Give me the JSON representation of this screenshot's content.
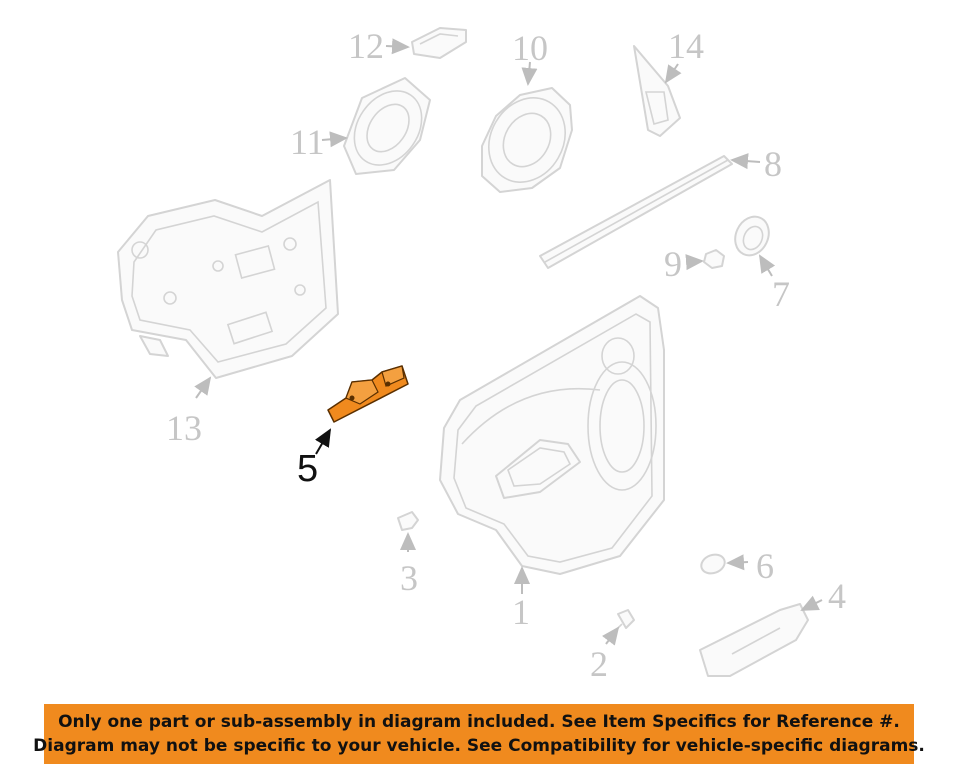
{
  "diagram": {
    "callouts": [
      {
        "id": "1",
        "label": "1"
      },
      {
        "id": "2",
        "label": "2"
      },
      {
        "id": "3",
        "label": "3"
      },
      {
        "id": "4",
        "label": "4"
      },
      {
        "id": "5",
        "label": "5"
      },
      {
        "id": "6",
        "label": "6"
      },
      {
        "id": "7",
        "label": "7"
      },
      {
        "id": "8",
        "label": "8"
      },
      {
        "id": "9",
        "label": "9"
      },
      {
        "id": "10",
        "label": "10"
      },
      {
        "id": "11",
        "label": "11"
      },
      {
        "id": "12",
        "label": "12"
      },
      {
        "id": "13",
        "label": "13"
      },
      {
        "id": "14",
        "label": "14"
      }
    ],
    "highlighted_part": "5",
    "highlight_color": "#f08a1e",
    "part_color": "#d4d4d4"
  },
  "banner": {
    "line1": "Only one part or sub-assembly in diagram included. See Item Specifics for Reference #.",
    "line2": "Diagram may not be specific to your vehicle. See Compatibility for vehicle-specific diagrams.",
    "background": "#f08a1e"
  }
}
